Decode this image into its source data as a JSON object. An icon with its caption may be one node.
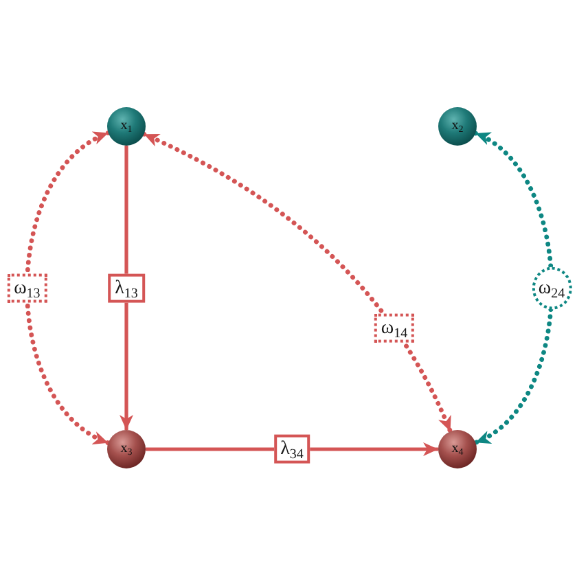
{
  "diagram": {
    "nodes": [
      {
        "text": [
          "x$_{1}$"
        ]
      },
      {
        "text": [
          "x$_{2}$"
        ]
      },
      {
        "text": [
          "x$_{3}$"
        ]
      },
      {
        "text": [
          "x$_{4}$"
        ]
      }
    ],
    "edges": [
      {
        "from": 0,
        "to": 2,
        "arrow": "to",
        "label": "λ$_{13}$"
      },
      {
        "from": 2,
        "to": 3,
        "arrow": "to",
        "label": "λ$_{34}$"
      },
      {
        "from": 0,
        "to": 2,
        "arrow": "both",
        "label": "ω$_{13}$",
        "style": "dashed"
      },
      {
        "from": 0,
        "to": 3,
        "arrow": "both",
        "label": "ω$_{14}$",
        "style": "dashed"
      },
      {
        "from": 1,
        "to": 3,
        "arrow": "both",
        "label": "ω$_{24}$",
        "style": "dashed",
        "color": "#0e8783"
      }
    ]
  }
}
